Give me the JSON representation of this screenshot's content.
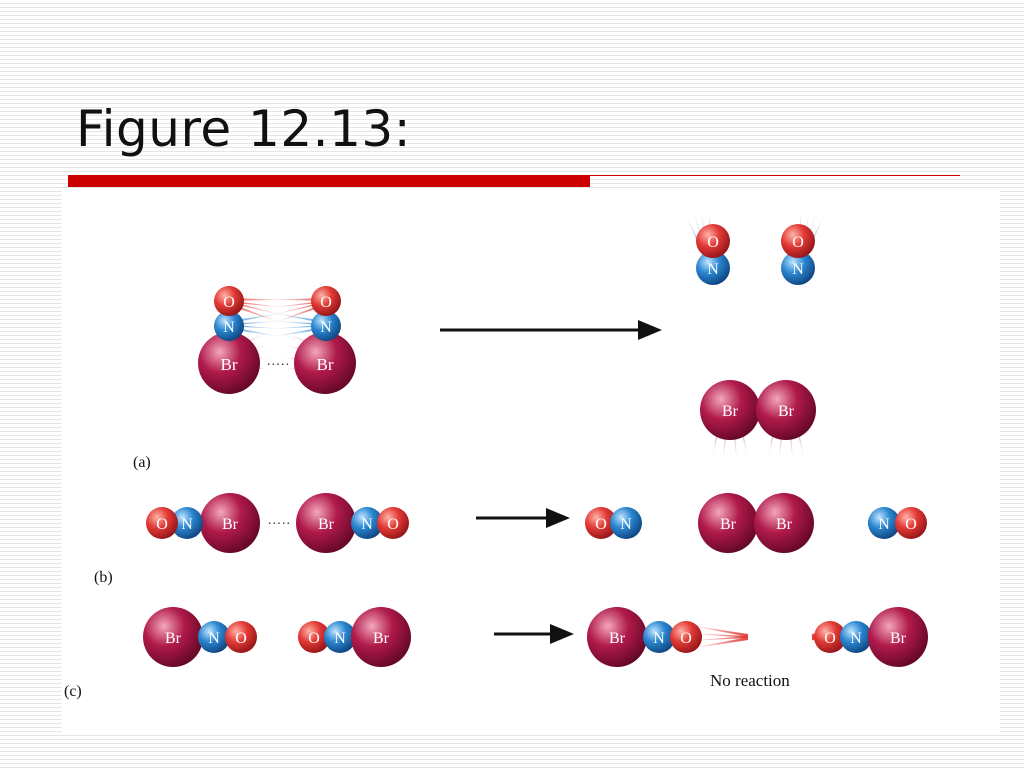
{
  "slide": {
    "title": "Figure 12.13:",
    "colors": {
      "rule": "#cc0000",
      "oxygen": "#e23a36",
      "nitrogen": "#2a86d0",
      "bromine": "#b01a4a"
    }
  },
  "diagram": {
    "atom_labels": {
      "oxygen": "O",
      "nitrogen": "N",
      "bromine": "Br"
    },
    "bond_marker": "·····",
    "panels": [
      {
        "label": "(a)"
      },
      {
        "label": "(b)"
      },
      {
        "label": "(c)",
        "note": "No reaction"
      }
    ]
  }
}
